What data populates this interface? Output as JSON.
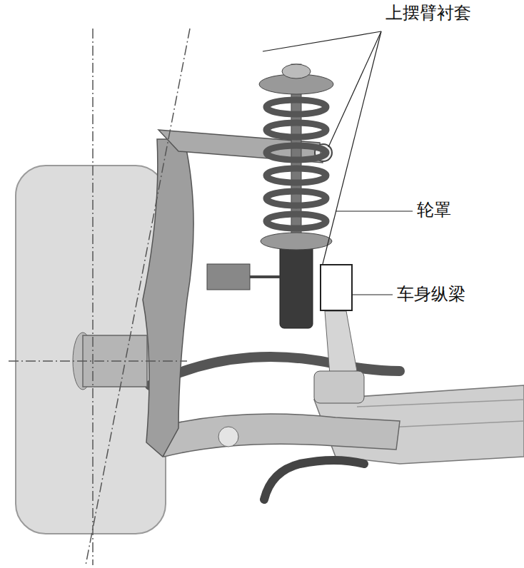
{
  "diagram": {
    "labels": [
      "上摆臂衬套",
      "轮罩",
      "车身纵梁"
    ]
  }
}
